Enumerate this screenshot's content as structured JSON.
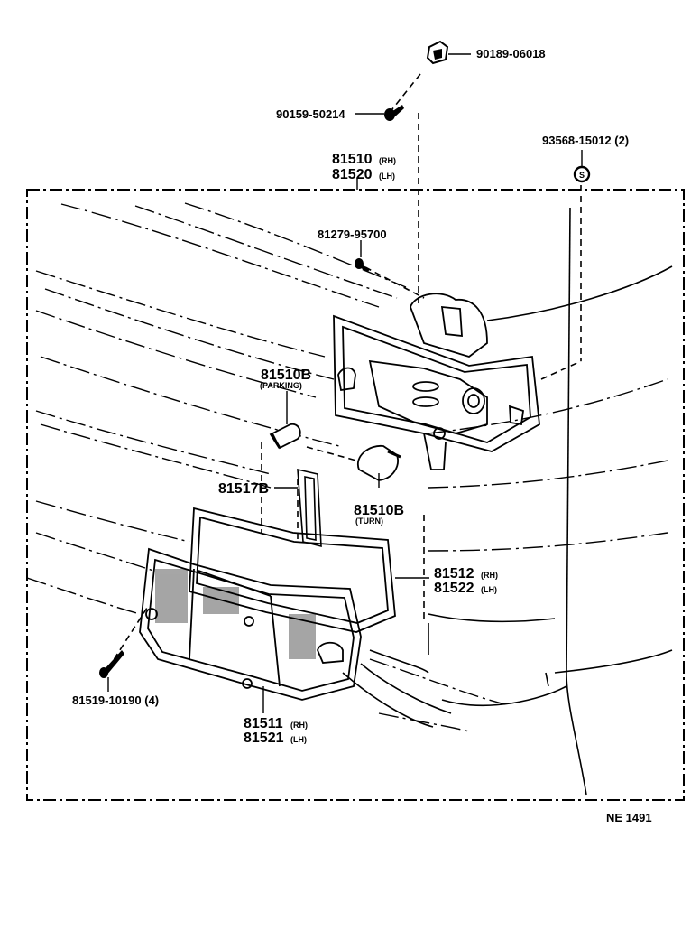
{
  "diagram_code": "NE  1491",
  "parts": {
    "p_90189": "90189-06018",
    "p_90159": "90159-50214",
    "p_93568": "93568-15012 (2)",
    "p_81510_rh": "81510",
    "p_81510_rh_side": "(RH)",
    "p_81520_lh": "81520",
    "p_81520_lh_side": "(LH)",
    "p_81279": "81279-95700",
    "p_81510b_parking": "81510B",
    "p_parking_note": "(PARKING)",
    "p_81517b": "81517B",
    "p_81510b_turn": "81510B",
    "p_turn_note": "(TURN)",
    "p_81512_rh": "81512",
    "p_81512_side": "(RH)",
    "p_81522_lh": "81522",
    "p_81522_side": "(LH)",
    "p_81519": "81519-10190 (4)",
    "p_81511_rh": "81511",
    "p_81511_side": "(RH)",
    "p_81521_lh": "81521",
    "p_81521_side": "(LH)"
  },
  "icons": {
    "nut": "clip-nut-icon",
    "screw": "screw-icon",
    "bulb": "bulb-icon",
    "grommet": "grommet-icon"
  }
}
